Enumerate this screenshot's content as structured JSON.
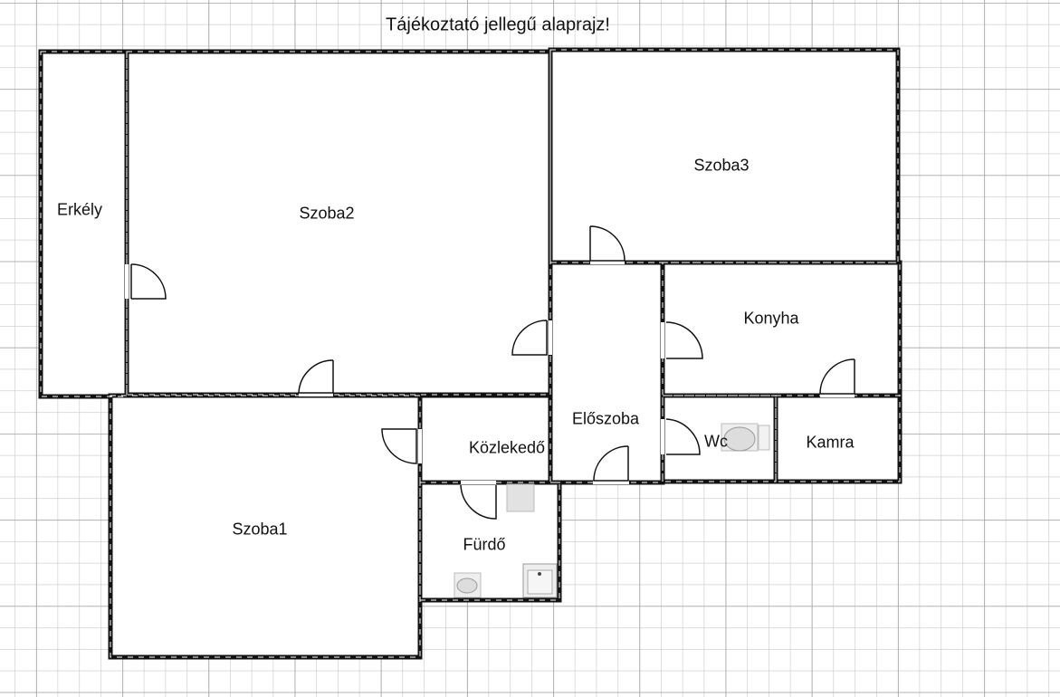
{
  "title": "Tájékoztató jellegű alaprajz!",
  "rooms": {
    "erkely": "Erkély",
    "szoba2": "Szoba2",
    "szoba3": "Szoba3",
    "konyha": "Konyha",
    "eloszoba": "Előszoba",
    "kozlekedo": "Közlekedő",
    "wc": "Wc",
    "kamra": "Kamra",
    "szoba1": "Szoba1",
    "furdo": "Fürdő"
  },
  "colors": {
    "wall": "#111111",
    "grid": "#c8c8c8",
    "grid_major": "#a8a8a8"
  }
}
